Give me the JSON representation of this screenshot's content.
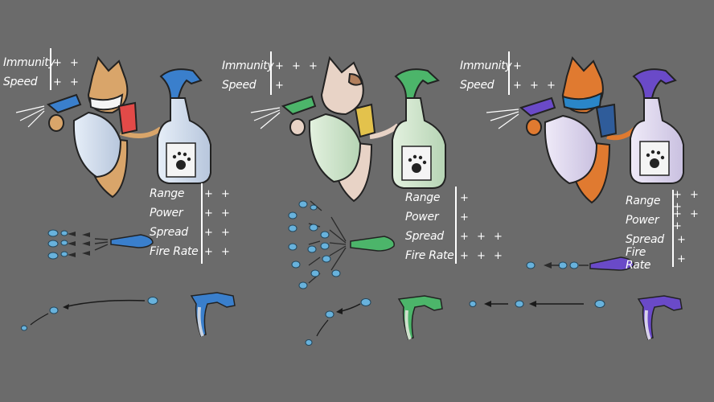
{
  "characters": [
    {
      "name": "blue",
      "accent": "#3a7fcc",
      "immunity_label": "Immunity",
      "immunity": "+ +",
      "speed_label": "Speed",
      "speed": "+ +",
      "range_label": "Range",
      "range": "+ +",
      "power_label": "Power",
      "power": "+ +",
      "spread_label": "Spread",
      "spread": "+ +",
      "firerate_label": "Fire Rate",
      "firerate": "+ +"
    },
    {
      "name": "green",
      "accent": "#4cb56a",
      "immunity_label": "Immunity",
      "immunity": "+ + +",
      "speed_label": "Speed",
      "speed": "+",
      "range_label": "Range",
      "range": "+",
      "power_label": "Power",
      "power": "+",
      "spread_label": "Spread",
      "spread": "+ + +",
      "firerate_label": "Fire Rate",
      "firerate": "+ + +"
    },
    {
      "name": "purple",
      "accent": "#6a4ac8",
      "immunity_label": "Immunity",
      "immunity": "+",
      "speed_label": "Speed",
      "speed": "+ + +",
      "range_label": "Range",
      "range": "+ + +",
      "power_label": "Power",
      "power": "+ + +",
      "spread_label": "Spread",
      "spread": "+",
      "firerate_label": "Fire Rate",
      "firerate": "+"
    }
  ]
}
